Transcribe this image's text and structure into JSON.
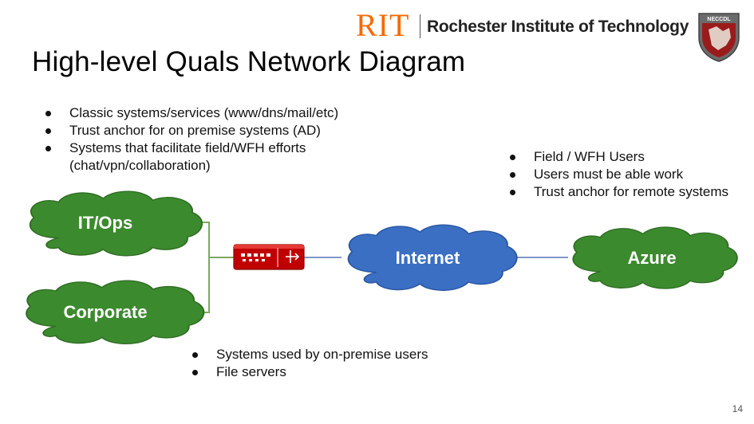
{
  "header": {
    "logo_mark": "RIT",
    "logo_name": "Rochester Institute of Technology",
    "badge_text": "NECCDL"
  },
  "title": "High-level Quals Network Diagram",
  "bullets_itops": [
    "Classic systems/services (www/dns/mail/etc)",
    "Trust anchor for on premise systems (AD)",
    "Systems that facilitate field/WFH efforts (chat/vpn/collaboration)"
  ],
  "bullets_remote": [
    "Field / WFH Users",
    "Users must be able work",
    "Trust anchor for remote systems"
  ],
  "bullets_onprem": [
    "Systems used by on-premise users",
    "File servers"
  ],
  "nodes": {
    "itops": "IT/Ops",
    "corporate": "Corporate",
    "internet": "Internet",
    "azure": "Azure"
  },
  "colors": {
    "rit_orange": "#F76902",
    "green_cloud": "#3C8A2E",
    "blue_cloud": "#3A6FC4",
    "firewall_red": "#C00000",
    "line_green": "#7FA85C",
    "line_blue": "#7F97C9"
  },
  "page_number": "14"
}
